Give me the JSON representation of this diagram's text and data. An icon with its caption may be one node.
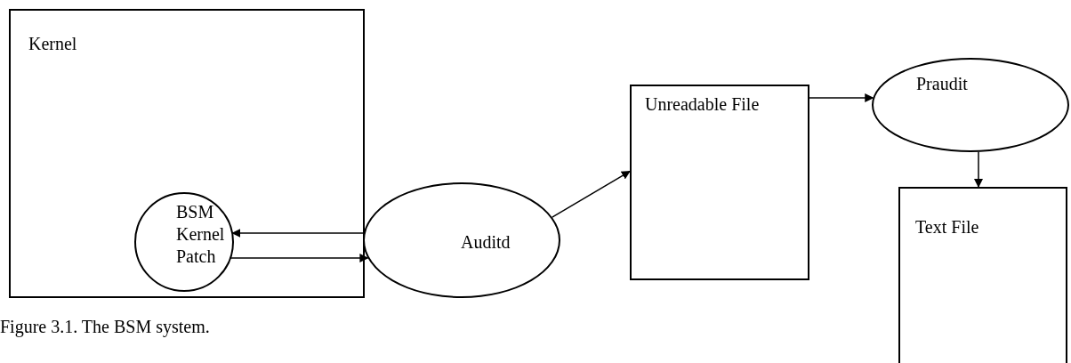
{
  "diagram": {
    "caption": "Figure 3.1. The BSM system.",
    "nodes": [
      {
        "text": [
          "Kernel"
        ]
      },
      {
        "text": [
          "BSM Kernel Patch"
        ],
        "in": 0
      },
      {
        "text": [
          "Auditd"
        ]
      },
      {
        "text": [
          "Unreadable File"
        ]
      },
      {
        "text": [
          "Praudit"
        ]
      },
      {
        "text": [
          "Text File"
        ]
      }
    ],
    "edges": [
      {
        "from": 2,
        "to": 1,
        "arrow": "to"
      },
      {
        "from": 1,
        "to": 2,
        "arrow": "to"
      },
      {
        "from": 2,
        "to": 3,
        "arrow": "to"
      },
      {
        "from": 3,
        "to": 4,
        "arrow": "to"
      },
      {
        "from": 4,
        "to": 5,
        "arrow": "to"
      }
    ]
  }
}
